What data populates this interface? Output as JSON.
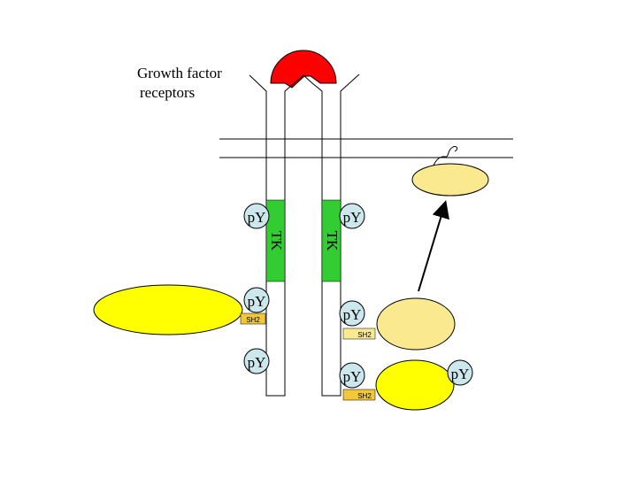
{
  "title": {
    "line1": "Growth factor",
    "line2": "receptors"
  },
  "labels": {
    "py": "pY",
    "tk": "TK",
    "sh2": "SH2"
  },
  "colors": {
    "ligand": "#ff0000",
    "kinase": "#33cc33",
    "phospho": "#cce8ec",
    "adaptor": "#ffff00",
    "pale_adaptor": "#fbe990",
    "sh2_box": "#f2c83a",
    "line": "#000000"
  }
}
